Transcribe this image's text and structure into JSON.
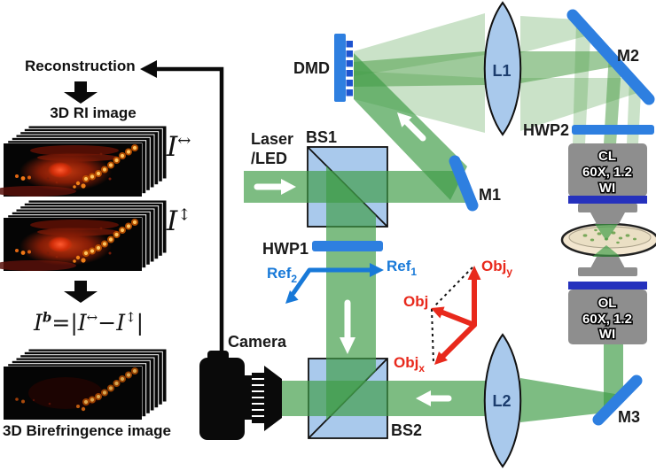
{
  "left_panel": {
    "reconstruction_label": "Reconstruction",
    "ri_title": "3D RI image",
    "i_h": {
      "base": "I",
      "sup": "↔"
    },
    "i_v": {
      "base": "I",
      "sup": "↕"
    },
    "formula": {
      "lhs": "I",
      "lhs_sup": "b",
      "eq": "=",
      "bar1": "|",
      "t1": "I",
      "t1_sup": "↔",
      "minus": "−",
      "t2": "I",
      "t2_sup": "↕",
      "bar2": "|"
    },
    "bf_title": "3D Birefringence image"
  },
  "diagram": {
    "labels": {
      "laser_line1": "Laser",
      "laser_line2": "/LED",
      "bs1": "BS1",
      "dmd": "DMD",
      "m1": "M1",
      "l1": "L1",
      "m2": "M2",
      "hwp2": "HWP2",
      "hwp1": "HWP1",
      "camera": "Camera",
      "bs2": "BS2",
      "l2": "L2",
      "m3": "M3",
      "cl": [
        "CL",
        "60X, 1.2",
        "WI"
      ],
      "ol": [
        "OL",
        "60X, 1.2",
        "WI"
      ],
      "ref1": {
        "base": "Ref",
        "sub": "1"
      },
      "ref2": {
        "base": "Ref",
        "sub": "2"
      },
      "obj": "Obj",
      "obj_x": {
        "base": "Obj",
        "sub": "x"
      },
      "obj_y": {
        "base": "Obj",
        "sub": "y"
      }
    },
    "colors": {
      "beam_green": "#3f9c47",
      "fan_green": "#4f9f48",
      "optic_blue": "#2e7fe0",
      "dmd_teeth_blue": "#1d53cf",
      "cube_blue": "#a9c9ec",
      "objective_gray": "#8e8e8e",
      "stripe_blue": "#2531bd",
      "red_accent": "#e8291c",
      "ref_blue": "#1879d8",
      "dish_cream": "#f2e6cf"
    }
  }
}
